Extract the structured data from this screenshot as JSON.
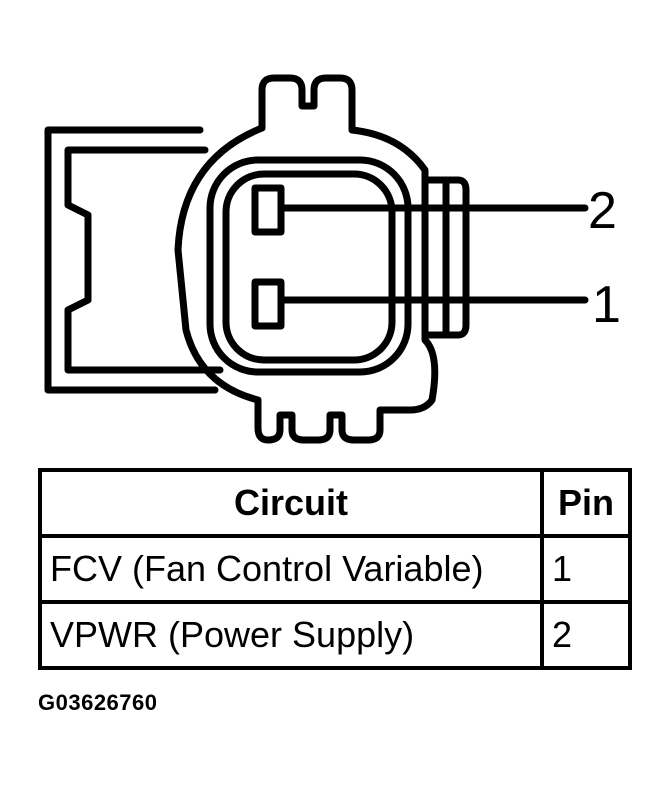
{
  "diagram": {
    "pin_labels": [
      "2",
      "1"
    ]
  },
  "table": {
    "headers": {
      "circuit": "Circuit",
      "pin": "Pin"
    },
    "rows": [
      {
        "circuit": "FCV (Fan Control Variable)",
        "pin": "1"
      },
      {
        "circuit": "VPWR (Power Supply)",
        "pin": "2"
      }
    ]
  },
  "figure_code": "G03626760",
  "colors": {
    "line": "#000000",
    "background": "#ffffff"
  }
}
